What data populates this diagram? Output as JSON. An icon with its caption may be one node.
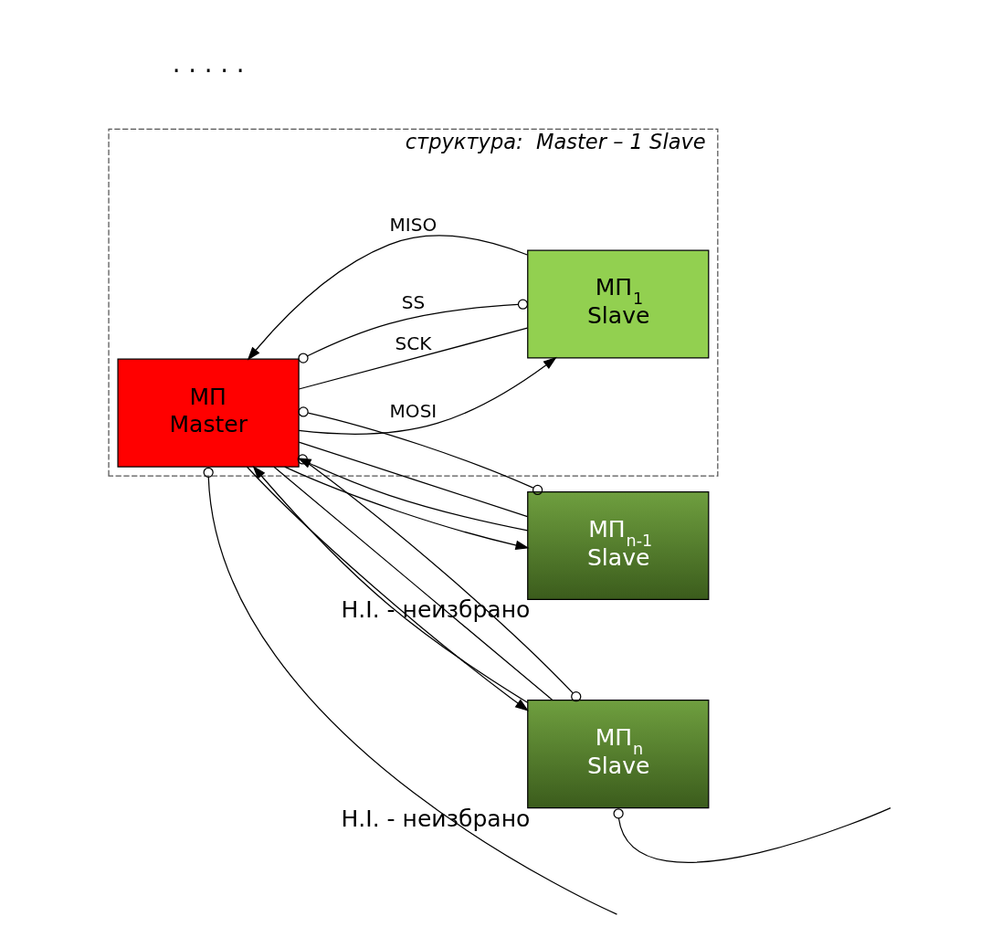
{
  "diagram": {
    "nodes": [
      {
        "text": [
          "структура:  Master – 1 Slave"
        ]
      },
      {
        "text": [
          "МП Master"
        ],
        "in": 0
      },
      {
        "text": [
          "МП$_{1}$ Slave"
        ],
        "in": 0
      },
      {
        "text": [
          "МП$_{n-1}$ Slave"
        ],
        "beside": [
          "Н.І. - неизбрано"
        ]
      },
      {
        "text": [
          "МП$_{n}$ Slave"
        ],
        "beside": [
          "Н.І. - неизбрано"
        ]
      }
    ],
    "edges": [
      {
        "from": 1,
        "to": 2,
        "arrow": "to",
        "label": "MOSI"
      },
      {
        "from": 2,
        "to": 1,
        "arrow": "to",
        "label": "MISO"
      },
      {
        "from": 1,
        "to": 2,
        "arrow": "none",
        "label": "SCK"
      },
      {
        "from": 1,
        "to": 2,
        "arrow": "other",
        "label": "SS"
      },
      {
        "from": 1,
        "to": 3,
        "arrow": "to"
      },
      {
        "from": 3,
        "to": 1,
        "arrow": "to"
      },
      {
        "from": 1,
        "to": 3,
        "arrow": "none"
      },
      {
        "from": 1,
        "to": 3,
        "arrow": "other"
      },
      {
        "from": 1,
        "to": 4,
        "arrow": "to"
      },
      {
        "from": 4,
        "to": 1,
        "arrow": "to"
      },
      {
        "from": 1,
        "to": 4,
        "arrow": "none"
      },
      {
        "from": 1,
        "to": 4,
        "arrow": "other"
      },
      {
        "from": 1,
        "to": null,
        "arrow": "other"
      },
      {
        "from": 4,
        "to": null,
        "arrow": "other"
      }
    ],
    "labels": [
      ". . . . ."
    ]
  }
}
